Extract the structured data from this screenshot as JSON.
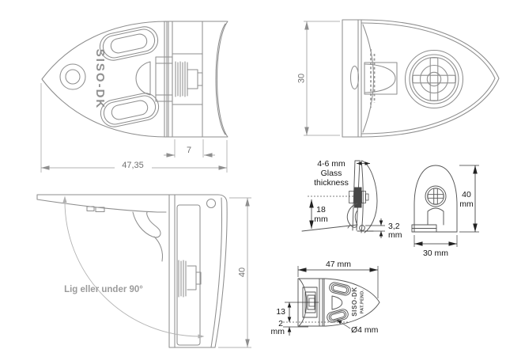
{
  "colors": {
    "line_light": "#8e8e8e",
    "line_dark": "#565656",
    "dim_gray": "#9a9a9a",
    "annotation_text": "#161616",
    "note_gray": "#9b9b9b",
    "background": "#ffffff"
  },
  "brand": {
    "name": "SISO-DK",
    "patent": "PAT.PEND."
  },
  "views": {
    "side": {
      "dims": {
        "overall_width": "47,35",
        "cap_depth": "7"
      }
    },
    "face": {
      "dims": {
        "body_height": "30"
      }
    },
    "glass_detail": {
      "note_lines": [
        "4-6 mm",
        "Glass",
        "thickness"
      ],
      "dims": {
        "depth_value": "18",
        "depth_unit": "mm",
        "gap_value": "3,2",
        "gap_unit": "mm"
      }
    },
    "front": {
      "dims": {
        "height_value": "40",
        "height_unit": "mm",
        "width": "30 mm"
      }
    },
    "open": {
      "note": "Lig eller under 90°",
      "dims": {
        "height": "40"
      }
    },
    "mount": {
      "dims": {
        "width": "47 mm",
        "clamp_offset": "13",
        "base_gap": "2",
        "unit": "mm",
        "hole_diameter": "Ø4 mm"
      }
    }
  }
}
